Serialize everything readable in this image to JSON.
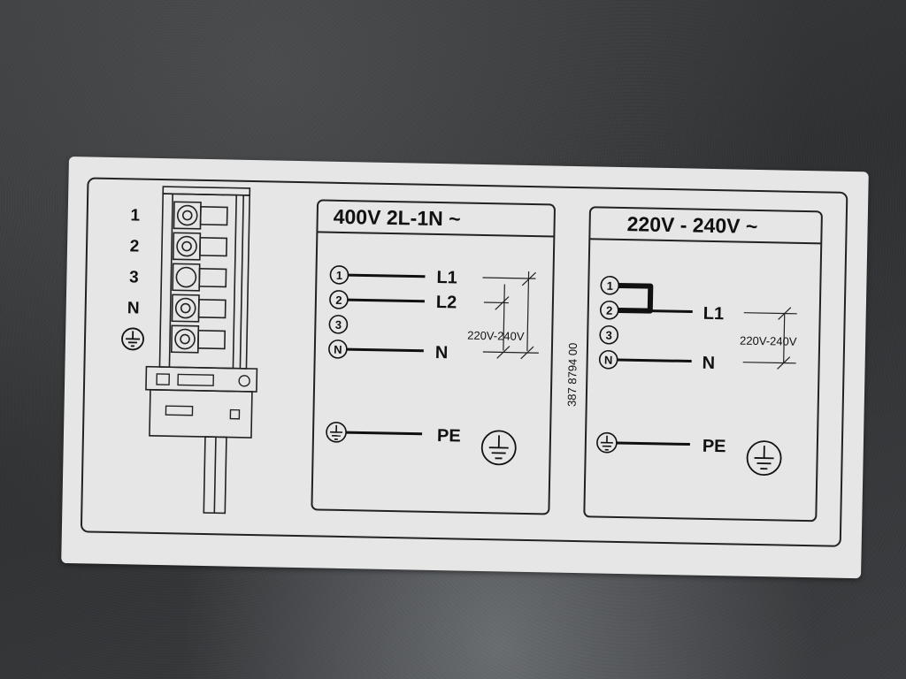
{
  "terminal_labels": [
    "1",
    "2",
    "3",
    "N"
  ],
  "panel_400v": {
    "header": "400V  2L-1N ~",
    "terminals": [
      "1",
      "2",
      "3",
      "N"
    ],
    "line_l1": "L1",
    "line_l2": "L2",
    "line_n": "N",
    "line_pe": "PE",
    "voltage_note": "220V-240V"
  },
  "part_number": "387 8794 00",
  "panel_220v": {
    "header": "220V - 240V ~",
    "terminals": [
      "1",
      "2",
      "3",
      "N"
    ],
    "line_l1": "L1",
    "line_n": "N",
    "line_pe": "PE",
    "voltage_note": "220V-240V"
  }
}
